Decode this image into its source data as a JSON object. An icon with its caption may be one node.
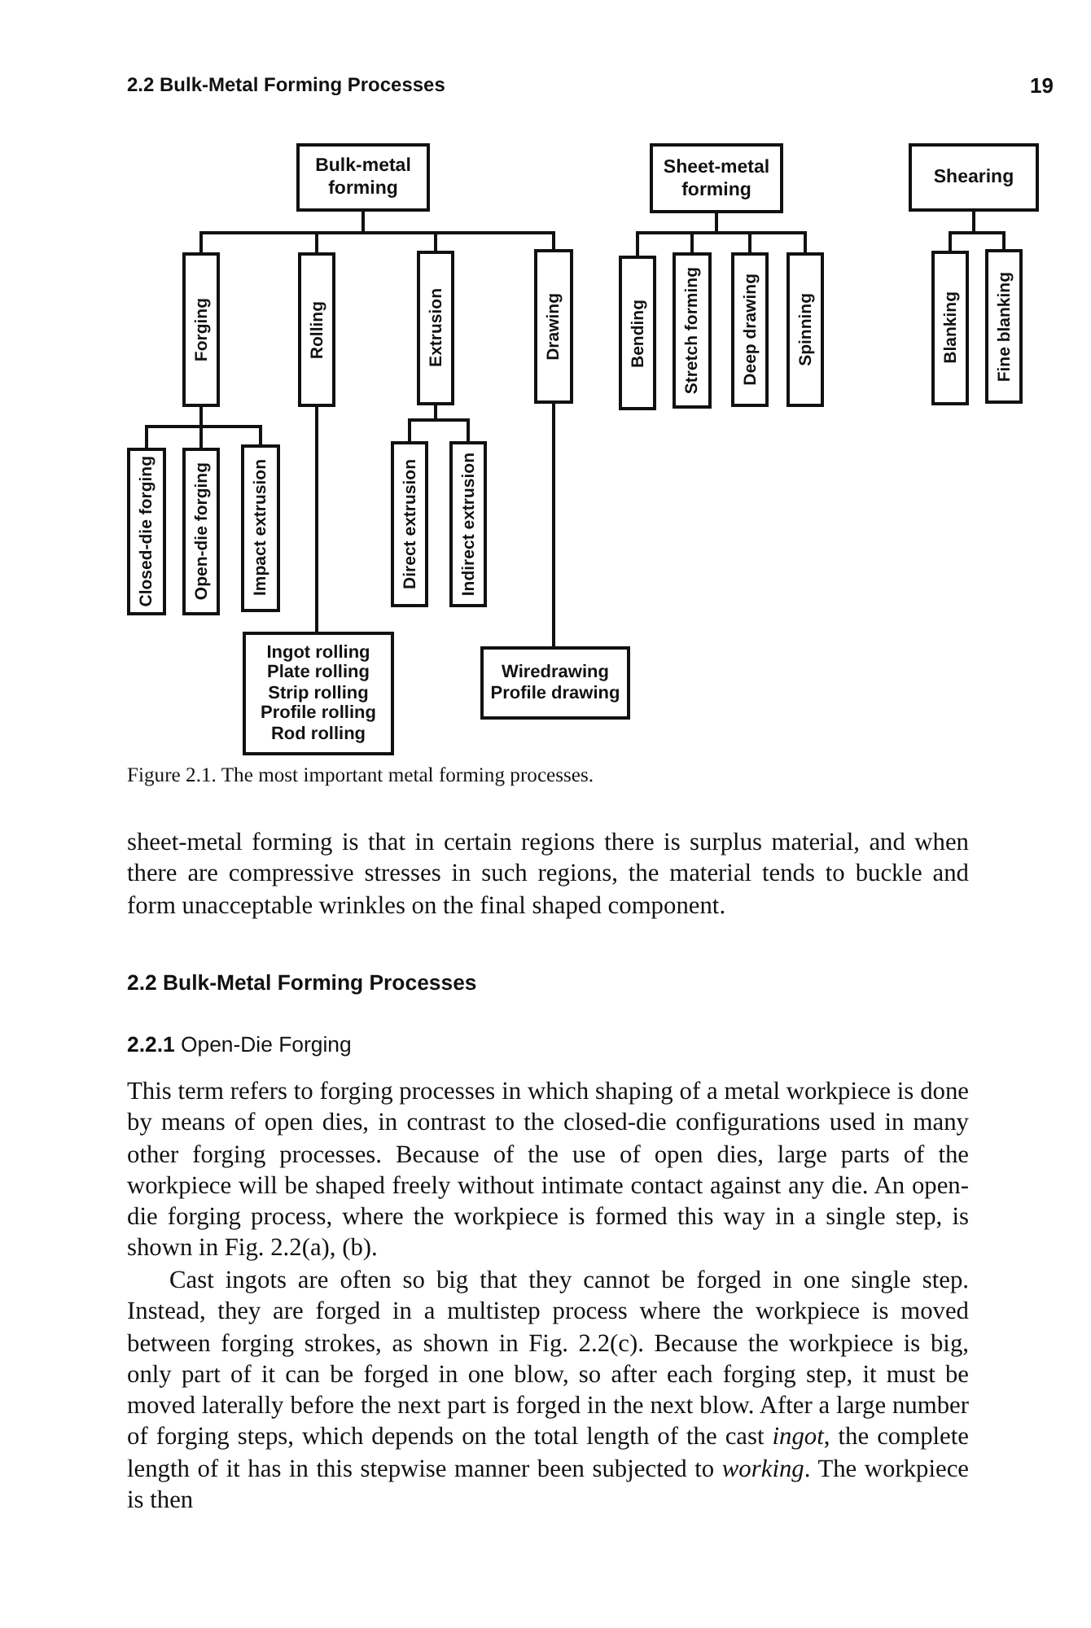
{
  "diagram": {
    "caption": "Figure 2.1. The most important metal forming processes.",
    "nodes": [
      {
        "text": [
          "Bulk-metal forming"
        ]
      },
      {
        "text": [
          "Forging"
        ]
      },
      {
        "text": [
          "Rolling"
        ]
      },
      {
        "text": [
          "Extrusion"
        ]
      },
      {
        "text": [
          "Drawing"
        ]
      },
      {
        "text": [
          "Closed-die forging"
        ]
      },
      {
        "text": [
          "Open-die forging"
        ]
      },
      {
        "text": [
          "Impact extrusion"
        ]
      },
      {
        "text": [
          "Direct extrusion"
        ]
      },
      {
        "text": [
          "Indirect extrusion"
        ]
      },
      {
        "text": [
          "Ingot rolling",
          "Plate rolling",
          "Strip rolling",
          "Profile rolling",
          "Rod rolling"
        ]
      },
      {
        "text": [
          "Wiredrawing",
          "Profile drawing"
        ]
      },
      {
        "text": [
          "Sheet-metal forming"
        ]
      },
      {
        "text": [
          "Bending"
        ]
      },
      {
        "text": [
          "Stretch forming"
        ]
      },
      {
        "text": [
          "Deep drawing"
        ]
      },
      {
        "text": [
          "Spinning"
        ]
      },
      {
        "text": [
          "Shearing"
        ]
      },
      {
        "text": [
          "Blanking"
        ]
      },
      {
        "text": [
          "Fine blanking"
        ]
      }
    ],
    "edges": [
      {
        "from": 0,
        "to": 1,
        "arrow": "none"
      },
      {
        "from": 0,
        "to": 2,
        "arrow": "none"
      },
      {
        "from": 0,
        "to": 3,
        "arrow": "none"
      },
      {
        "from": 0,
        "to": 4,
        "arrow": "none"
      },
      {
        "from": 1,
        "to": 5,
        "arrow": "none"
      },
      {
        "from": 1,
        "to": 6,
        "arrow": "none"
      },
      {
        "from": 1,
        "to": 7,
        "arrow": "none"
      },
      {
        "from": 2,
        "to": 10,
        "arrow": "none"
      },
      {
        "from": 3,
        "to": 8,
        "arrow": "none"
      },
      {
        "from": 3,
        "to": 9,
        "arrow": "none"
      },
      {
        "from": 4,
        "to": 11,
        "arrow": "none"
      },
      {
        "from": 12,
        "to": 13,
        "arrow": "none"
      },
      {
        "from": 12,
        "to": 14,
        "arrow": "none"
      },
      {
        "from": 12,
        "to": 15,
        "arrow": "none"
      },
      {
        "from": 12,
        "to": 16,
        "arrow": "none"
      },
      {
        "from": 17,
        "to": 18,
        "arrow": "none"
      },
      {
        "from": 17,
        "to": 19,
        "arrow": "none"
      }
    ],
    "labels": [
      "2.2 Bulk-Metal Forming Processes",
      "19",
      "sheet-metal forming is that in certain regions there is surplus material, and when there are compressive stresses in such regions, the material tends to buckle and form unacceptable wrinkles on the final shaped component.",
      "2.2 Bulk-Metal Forming Processes",
      "**2.2.1** Open-Die Forging",
      "This term refers to forging processes in which shaping of a metal workpiece is done by means of open dies, in contrast to the closed-die configurations used in many other forging processes. Because of the use of open dies, large parts of the workpiece will be shaped freely without intimate contact against any die. An open-die forging process, where the workpiece is formed this way in a single step, is shown in Fig. 2.2(a), (b).",
      "Cast ingots are often so big that they cannot be forged in one single step. Instead, they are forged in a multistep process where the workpiece is moved between forging strokes, as shown in Fig. 2.2(c). Because the workpiece is big, only part of it can be forged in one blow, so after each forging step, it must be moved laterally before the next part is forged in the next blow. After a large number of forging steps, which depends on the total length of the cast *ingot*, the complete length of it has in this stepwise manner been subjected to *working*. The workpiece is then"
    ]
  }
}
